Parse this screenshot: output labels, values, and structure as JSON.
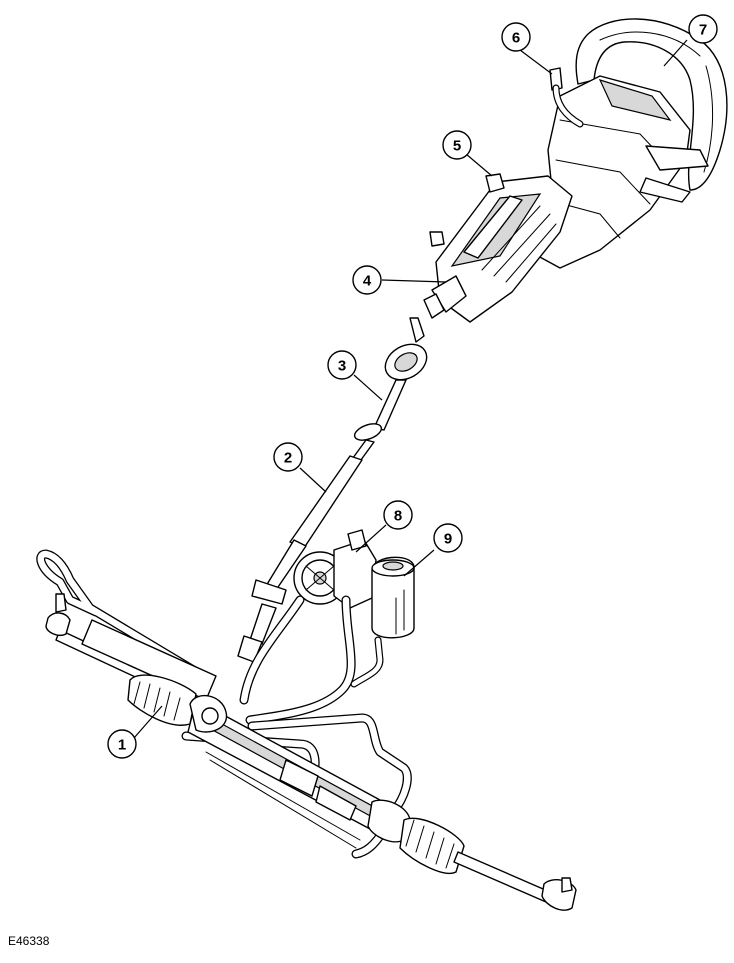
{
  "figure": {
    "id": "E46338"
  },
  "callouts": [
    "1",
    "2",
    "3",
    "4",
    "5",
    "6",
    "7",
    "8",
    "9"
  ],
  "colors": {
    "line": "#000000",
    "fill": "#ffffff",
    "shade": "#d8d8d8"
  }
}
